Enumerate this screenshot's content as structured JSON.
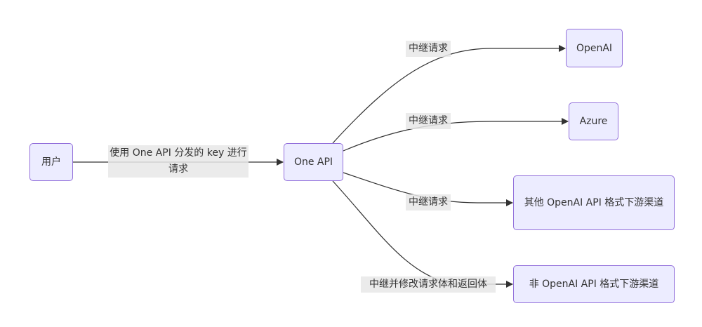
{
  "colors": {
    "node_fill": "#ECECFF",
    "node_stroke": "#9370DB",
    "edge": "#333333",
    "label_bg": "#E8E8E8"
  },
  "nodes": {
    "user": "用户",
    "one_api": "One API",
    "openai": "OpenAI",
    "azure": "Azure",
    "other_openai": "其他 OpenAI API 格式下游渠道",
    "non_openai": "非 OpenAI API 格式下游渠道"
  },
  "edges": {
    "user_to_oneapi": "使用 One API 分发的 key 进行请求",
    "to_openai": "中继请求",
    "to_azure": "中继请求",
    "to_other": "中继请求",
    "to_non_openai": "中继并修改请求体和返回体"
  }
}
